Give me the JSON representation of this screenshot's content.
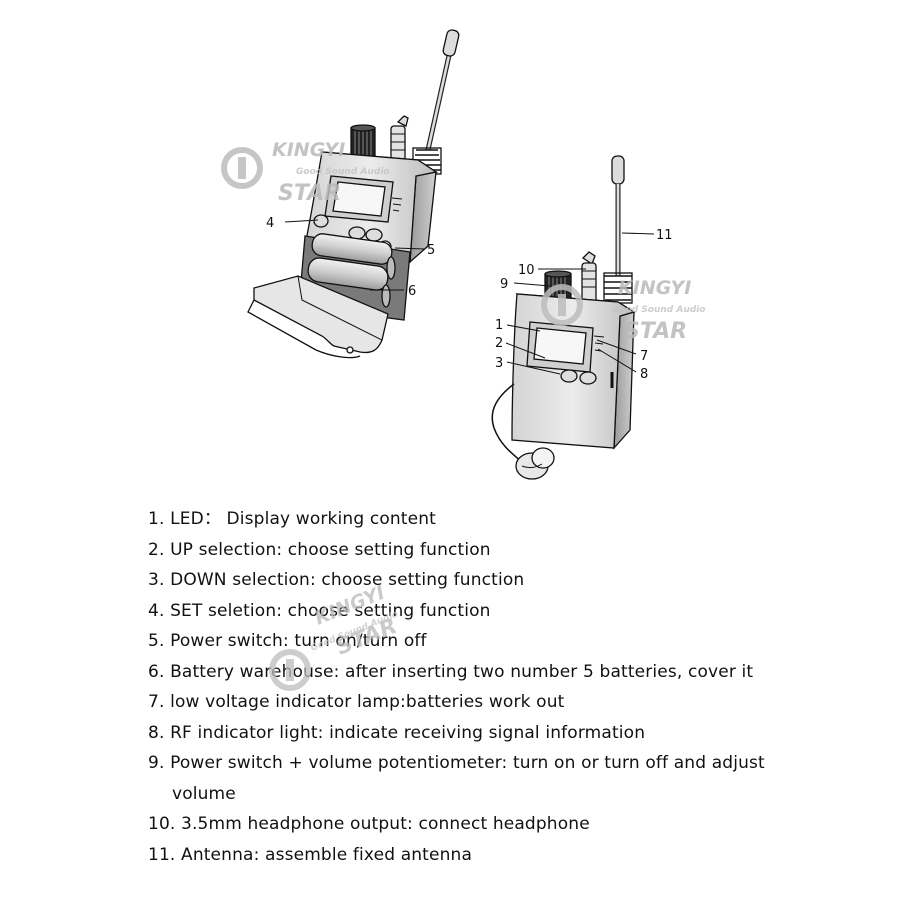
{
  "diagram": {
    "callouts": {
      "c1": "1",
      "c2": "2",
      "c3": "3",
      "c4": "4",
      "c5": "5",
      "c6": "6",
      "c7": "7",
      "c8": "8",
      "c9": "9",
      "c10": "10",
      "c11": "11"
    }
  },
  "watermark": {
    "name_top": "KINGYI",
    "name_bottom": "STAR",
    "slogan": "Good Sound Audio",
    "color": "#b9b9b9"
  },
  "legend": {
    "items": [
      {
        "text": "1. LED：  Display working content"
      },
      {
        "text": "2. UP selection: choose setting function"
      },
      {
        "text": "3. DOWN selection: choose setting function"
      },
      {
        "text": "4. SET seletion: choose setting function"
      },
      {
        "text": "5. Power switch: turn on/turn off"
      },
      {
        "text": "6. Battery warehouse: after inserting two number 5 batteries, cover it"
      },
      {
        "text": "7. low voltage indicator lamp:batteries work out"
      },
      {
        "text": "8. RF indicator light: indicate receiving signal information"
      },
      {
        "text": "9. Power switch + volume potentiometer: turn on or turn off and adjust",
        "cont": "volume"
      },
      {
        "text": "10. 3.5mm headphone output: connect headphone"
      },
      {
        "text": "11. Antenna: assemble fixed antenna"
      }
    ]
  }
}
